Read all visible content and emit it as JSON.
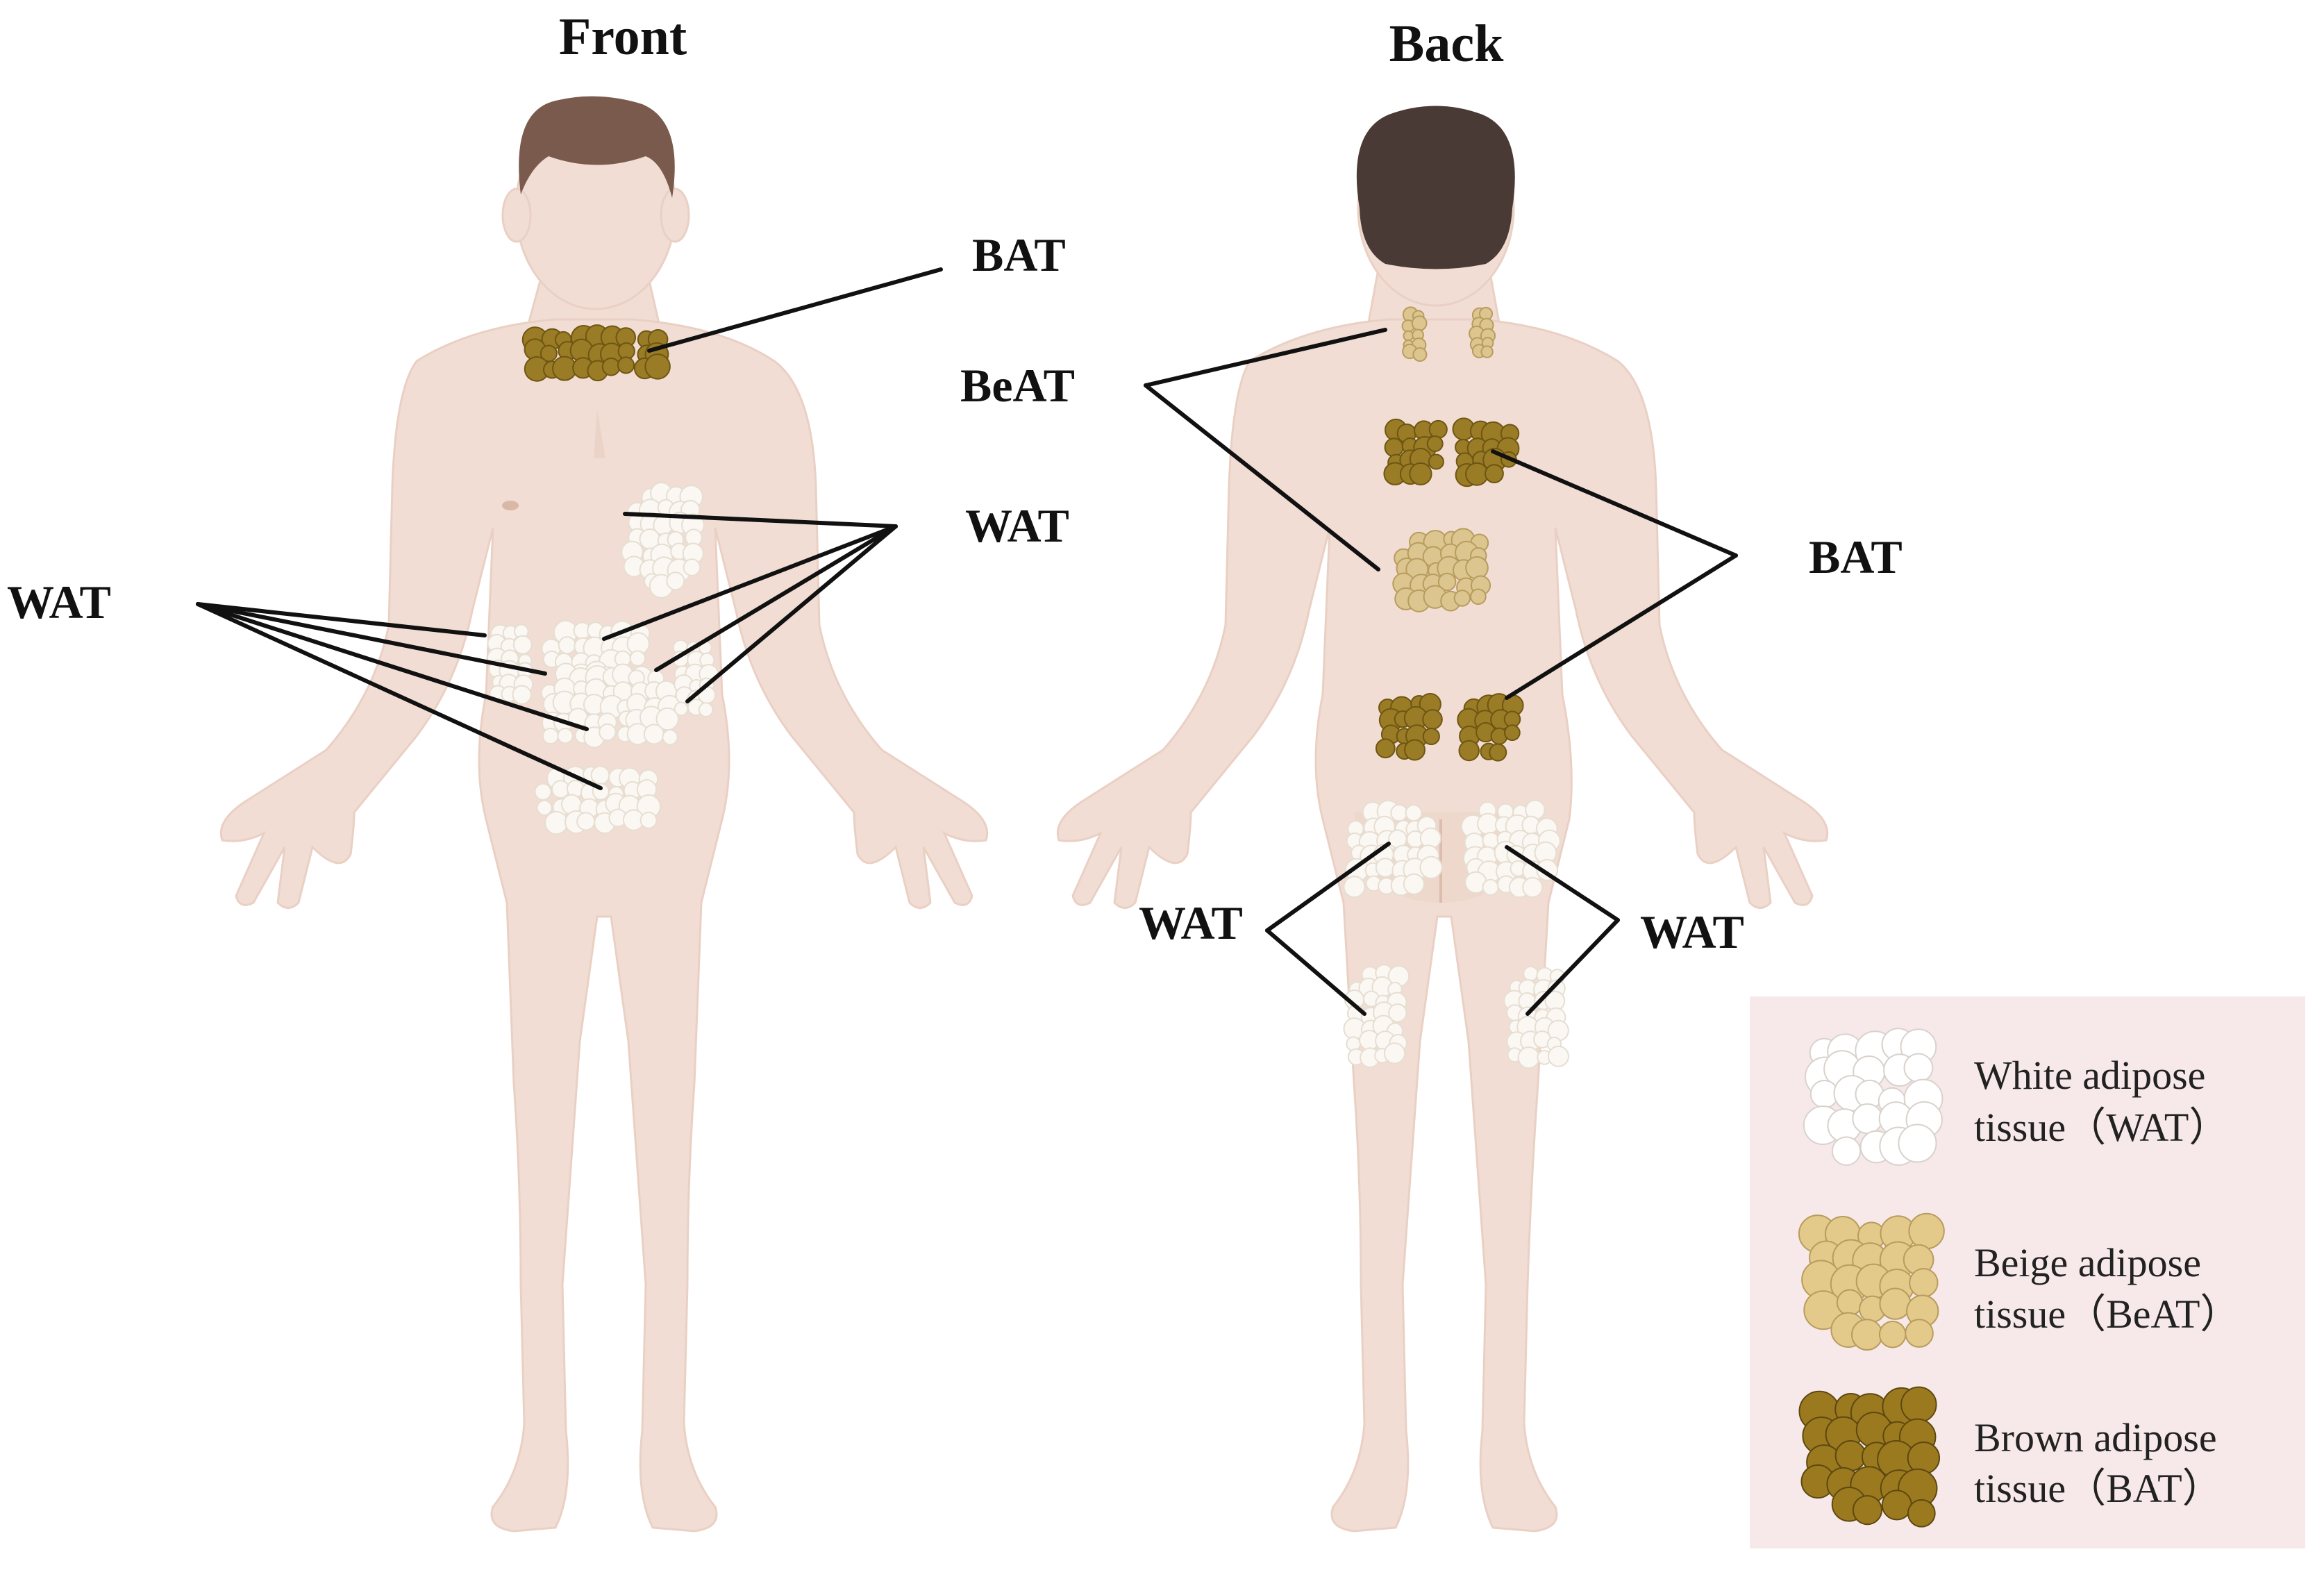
{
  "views": {
    "front_title": "Front",
    "back_title": "Back"
  },
  "front_labels": {
    "bat": "BAT",
    "wat_right": "WAT",
    "wat_left": "WAT"
  },
  "back_labels": {
    "beat": "BeAT",
    "bat": "BAT",
    "wat_left": "WAT",
    "wat_right": "WAT"
  },
  "legend": {
    "items": [
      {
        "line1": "White adipose",
        "line2": "tissue（WAT）",
        "color": "#ffffff",
        "stroke": "#d8d2cc"
      },
      {
        "line1": "Beige adipose",
        "line2": "tissue（BeAT）",
        "color": "#e3c98a",
        "stroke": "#b89c5e"
      },
      {
        "line1": "Brown adipose",
        "line2": "tissue（BAT）",
        "color": "#9b7a1f",
        "stroke": "#5e4810"
      }
    ]
  },
  "colors": {
    "wat": "#fbf8f3",
    "beat": "#dcc58f",
    "bat": "#9a7b26",
    "skin": "#f1ddd3",
    "hair_front": "#7a5a4d",
    "hair_back": "#4a3a35",
    "legend_bg": "#f7e9ea"
  }
}
